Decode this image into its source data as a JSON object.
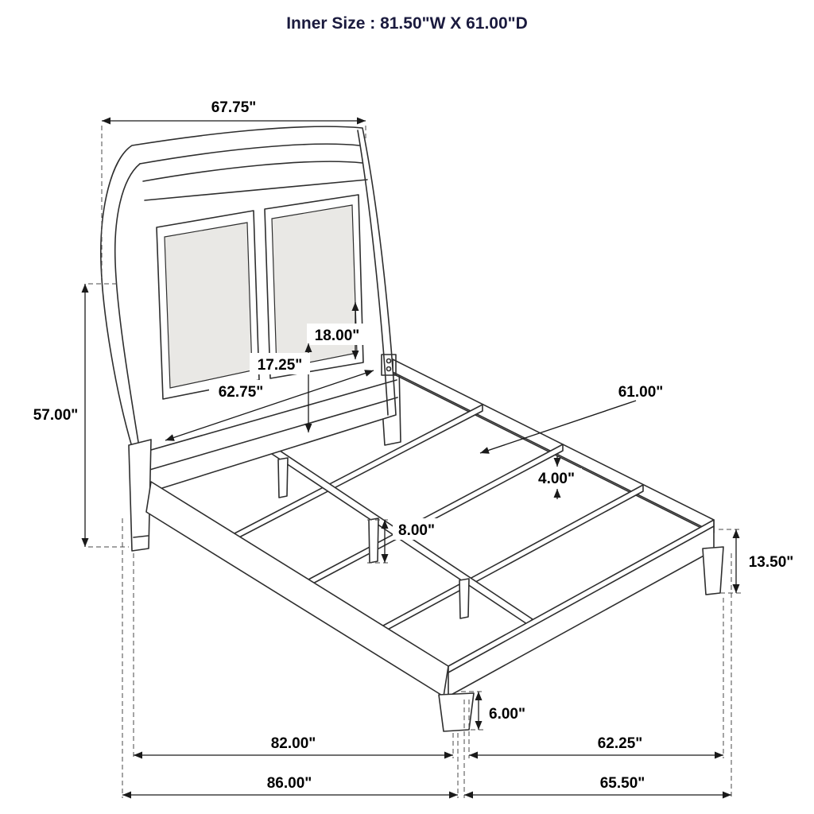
{
  "title": "Inner Size : 81.50\"W X 61.00\"D",
  "dims": {
    "headboard_width": "67.75\"",
    "headboard_height": "57.00\"",
    "panel_spacing": "18.00\"",
    "panel_height": "17.25\"",
    "headboard_inner_width": "62.75\"",
    "slat_length": "61.00\"",
    "slat_width": "4.00\"",
    "center_leg_height": "8.00\"",
    "footboard_height": "13.50\"",
    "foot_leg_height": "6.00\"",
    "side_rail_inner_length": "82.00\"",
    "overall_length": "86.00\"",
    "footboard_inner_width": "62.25\"",
    "overall_width": "65.50\""
  },
  "colors": {
    "background": "#ffffff",
    "line": "#2e2e2e",
    "dimension_line": "#1a1a1a",
    "label_text": "#000000",
    "title_text": "#1a1a3e",
    "panel_fill": "#f1f0ee"
  }
}
